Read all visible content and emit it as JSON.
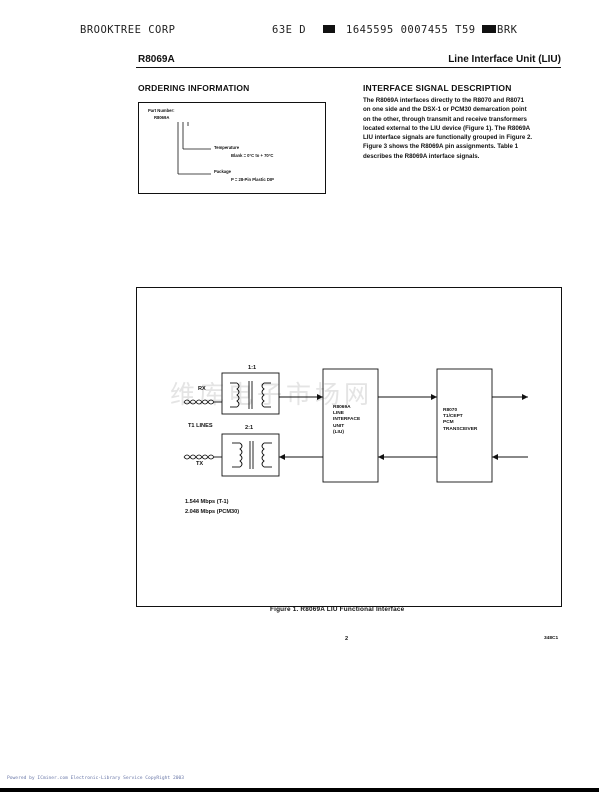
{
  "header": {
    "company": "BROOKTREE CORP",
    "code_1": "63E D",
    "code_2": "1645595 0007455 T59",
    "code_3": "BRK"
  },
  "page_title": {
    "part": "R8069A",
    "subject": "Line Interface Unit (LIU)"
  },
  "ordering": {
    "title": "ORDERING INFORMATION",
    "part_number_label": "Part Number:",
    "part_number": "R8069A",
    "temperature_label": "Temperature",
    "temperature_value": "Blank = 0°C to + 70°C",
    "package_label": "Package",
    "package_value": "P = 28-Pin Plastic DIP"
  },
  "interface": {
    "title": "INTERFACE SIGNAL DESCRIPTION",
    "lines": [
      "The R8069A interfaces directly to the R8070 and R8071",
      "on one side and the DSX-1 or PCM30 demarcation point",
      "on the other, through transmit and receive transformers",
      "located external to the LIU device (Figure 1). The R8069A",
      "LIU interface signals are functionally grouped in Figure 2.",
      "Figure 3 shows the R8069A pin assignments. Table 1",
      "describes the R8069A interface signals."
    ]
  },
  "figure": {
    "ratio_rx": "1:1",
    "ratio_tx": "2:1",
    "rx_label": "RX",
    "tx_label": "TX",
    "lines_label": "T1 LINES",
    "liu_box": [
      "R8069A",
      "LINE",
      "INTERFACE",
      "UNIT",
      "(LIU)"
    ],
    "r8070_box": [
      "R8070",
      "T1/CEPT",
      "PCM",
      "TRANSCEIVER"
    ],
    "rate_1": "1.544 Mbps (T-1)",
    "rate_2": "2.048 Mbps (PCM30)",
    "caption": "Figure 1.  R8069A LIU Functional Interface",
    "watermark": "维库电子市场网"
  },
  "footer": {
    "page_number": "2",
    "doc_code": "348C1",
    "copyright": "Powered by ICminer.com Electronic-Library Service CopyRight 2003"
  }
}
